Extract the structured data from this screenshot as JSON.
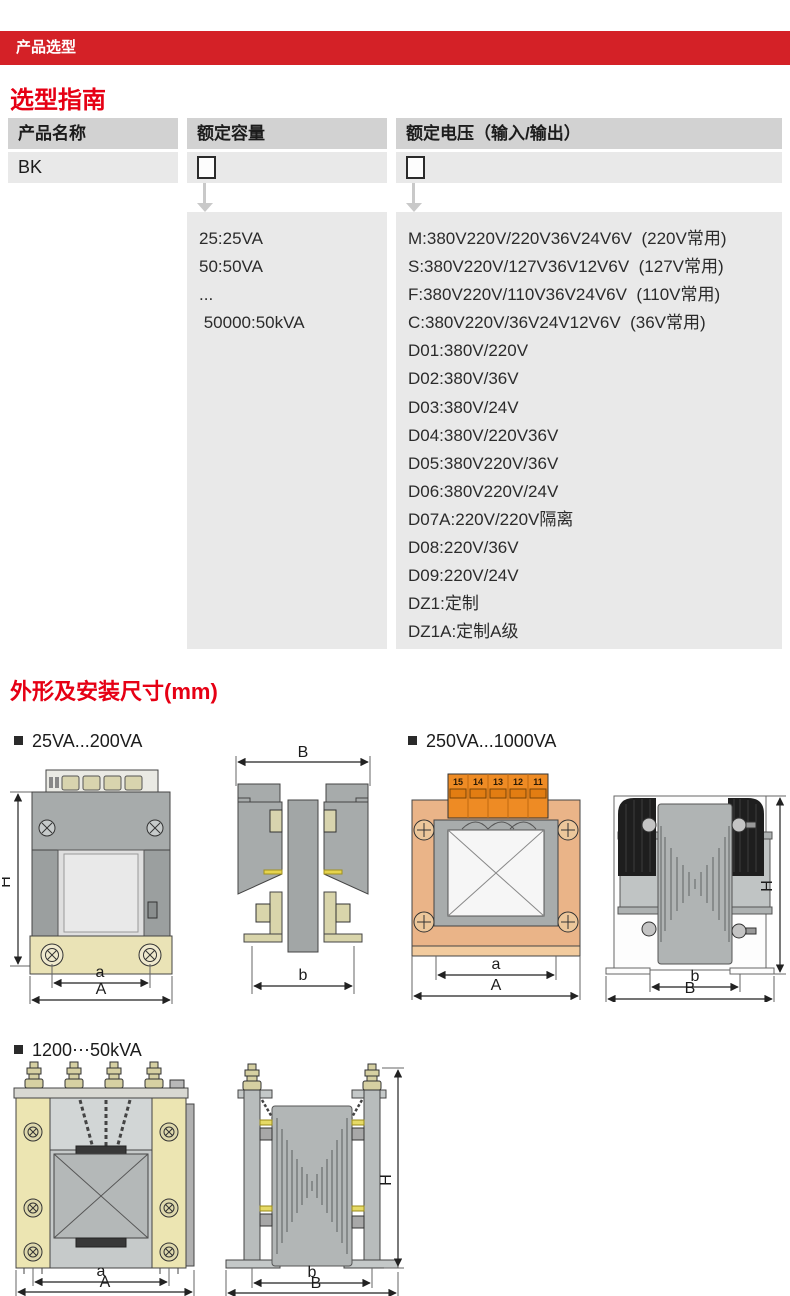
{
  "banner": {
    "title": "产品选型"
  },
  "selection_guide": {
    "title": "选型指南",
    "table": {
      "headers": [
        "产品名称",
        "额定容量",
        "额定电压（输入/输出）"
      ],
      "product_name": "BK"
    },
    "capacity_options": [
      "25:25VA",
      "50:50VA",
      "...",
      " 50000:50kVA"
    ],
    "voltage_options": [
      "M:380V220V/220V36V24V6V  (220V常用)",
      "S:380V220V/127V36V12V6V  (127V常用)",
      "F:380V220V/110V36V24V6V  (110V常用)",
      "C:380V220V/36V24V12V6V  (36V常用)",
      "D01:380V/220V",
      "D02:380V/36V",
      "D03:380V/24V",
      "D04:380V/220V36V",
      "D05:380V220V/36V",
      "D06:380V220V/24V",
      "D07A:220V/220V隔离",
      "D08:220V/36V",
      "D09:220V/24V",
      "DZ1:定制",
      "DZ1A:定制A级"
    ]
  },
  "dimensions_section": {
    "title": "外形及安装尺寸(mm)",
    "groups": [
      {
        "label": "25VA...200VA"
      },
      {
        "label": "250VA...1000VA"
      },
      {
        "label": "1200⋯50kVA"
      }
    ],
    "dim_labels": {
      "H": "H",
      "a": "a",
      "A": "A",
      "b": "b",
      "B": "B"
    },
    "terminal_numbers": [
      "15",
      "14",
      "13",
      "12",
      "11"
    ]
  },
  "colors": {
    "banner_red": "#d42127",
    "heading_red": "#e60014",
    "table_header_gray": "#d2d2d2",
    "panel_gray": "#e9e9e9",
    "terminal_orange": "#ee8b24",
    "copper_frame": "#eab488",
    "base_yellow": "#eae3b6"
  }
}
